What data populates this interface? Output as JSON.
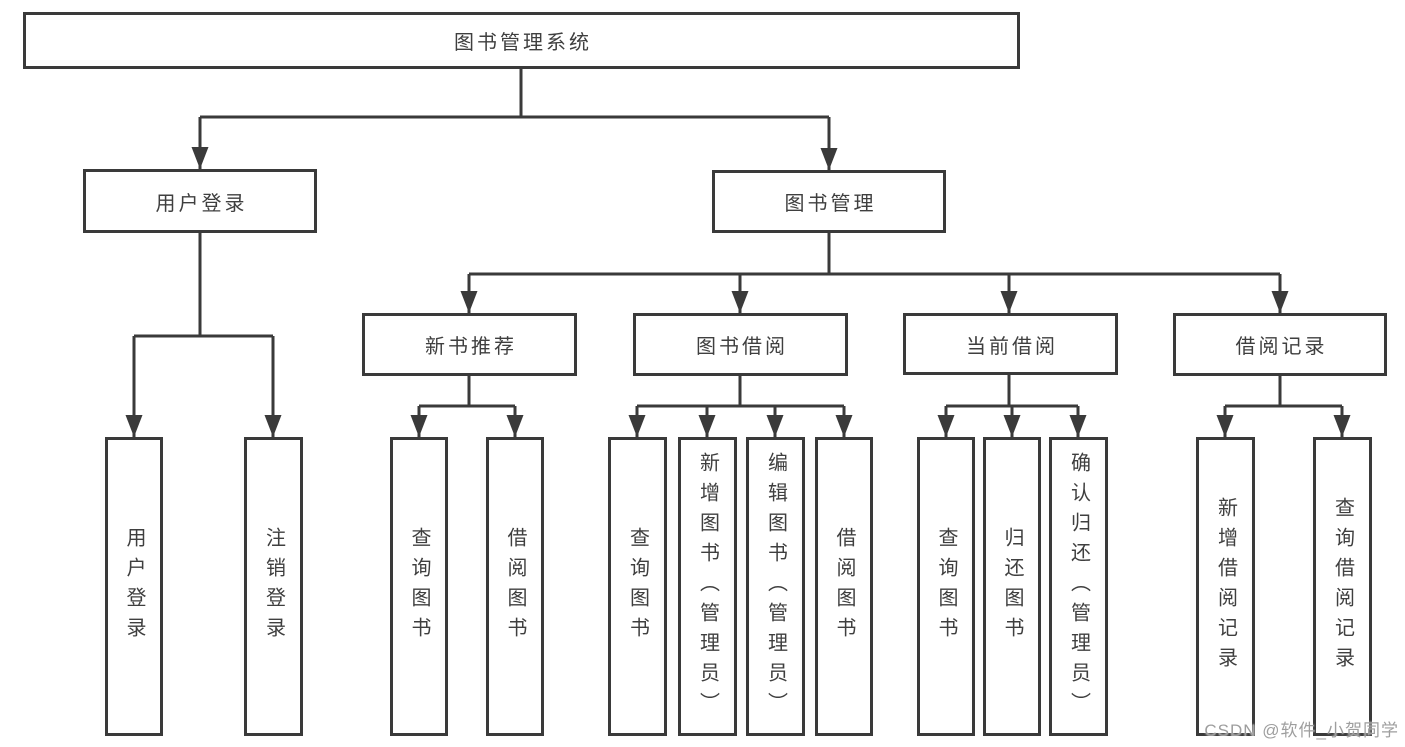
{
  "diagram": {
    "root": {
      "label": "图书管理系统"
    },
    "level2": [
      {
        "label": "用户登录"
      },
      {
        "label": "图书管理"
      }
    ],
    "level3": [
      {
        "label": "新书推荐"
      },
      {
        "label": "图书借阅"
      },
      {
        "label": "当前借阅"
      },
      {
        "label": "借阅记录"
      }
    ],
    "leaves": {
      "user_login": [
        "用户登录",
        "注销登录"
      ],
      "new_book_recommend": [
        "查询图书",
        "借阅图书"
      ],
      "book_borrow": [
        "查询图书",
        "新增图书（管理员）",
        "编辑图书（管理员）",
        "借阅图书"
      ],
      "current_borrow": [
        "查询图书",
        "归还图书",
        "确认归还（管理员）"
      ],
      "borrow_record": [
        "新增借阅记录",
        "查询借阅记录"
      ]
    }
  },
  "watermark": {
    "text": "CSDN @软件_小贺同学"
  },
  "colors": {
    "line": "#3a3a3a",
    "box_border": "#3a3a3a",
    "text": "#3f3f3f",
    "watermark": "#9e9e9e",
    "background": "#ffffff"
  }
}
